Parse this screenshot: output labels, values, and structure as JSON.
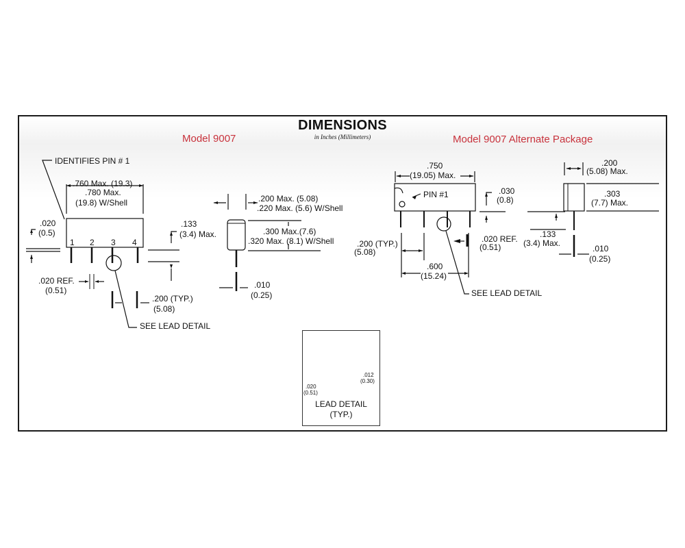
{
  "title": "DIMENSIONS",
  "subtitle": "in Inches (Millimeters)",
  "colors": {
    "model_label": "#c8323c",
    "line": "#111111"
  },
  "model_left": {
    "label": "Model  9007",
    "identifies_pin": "IDENTIFIES PIN # 1",
    "width_760": ".760 Max. (19.3)",
    "width_780": ".780 Max.",
    "width_780_mm": "(19.8) W/Shell",
    "lead_020": ".020",
    "lead_020_mm": "(0.5)",
    "pins": [
      "1",
      "2",
      "3",
      "4"
    ],
    "height_133": ".133",
    "height_133_mm": "(3.4) Max.",
    "ref_020": ".020 REF.",
    "ref_020_mm": "(0.51)",
    "typ_200": ".200 (TYP.)",
    "typ_200_mm": "(5.08)",
    "see_lead": "SEE LEAD DETAIL",
    "side_200": ".200 Max. (5.08)",
    "side_220": ".220 Max. (5.6) W/Shell",
    "side_300": ".300 Max.(7.6)",
    "side_320": ".320 Max. (8.1) W/Shell",
    "lead_010": ".010",
    "lead_010_mm": "(0.25)"
  },
  "model_right": {
    "label": "Model 9007 Alternate Package",
    "width_750": ".750",
    "width_750_mm": "(19.05) Max.",
    "pin1": "PIN #1",
    "h_030": ".030",
    "h_030_mm": "(0.8)",
    "typ_200": ".200 (TYP.)",
    "typ_200_mm": "(5.08)",
    "ref_020": ".020 REF.",
    "ref_020_mm": "(0.51)",
    "h_133": ".133",
    "h_133_mm": "(3.4) Max.",
    "span_600": ".600",
    "span_600_mm": "(15.24)",
    "see_lead": "SEE LEAD DETAIL",
    "side_200": ".200",
    "side_200_mm": "(5.08) Max.",
    "side_303": ".303",
    "side_303_mm": "(7.7) Max.",
    "lead_010": ".010",
    "lead_010_mm": "(0.25)"
  },
  "lead_detail": {
    "title": "LEAD DETAIL",
    "typ": "(TYP.)",
    "w_012": ".012",
    "w_012_mm": "(0.30)",
    "w_020": ".020",
    "w_020_mm": "(0.51)"
  }
}
